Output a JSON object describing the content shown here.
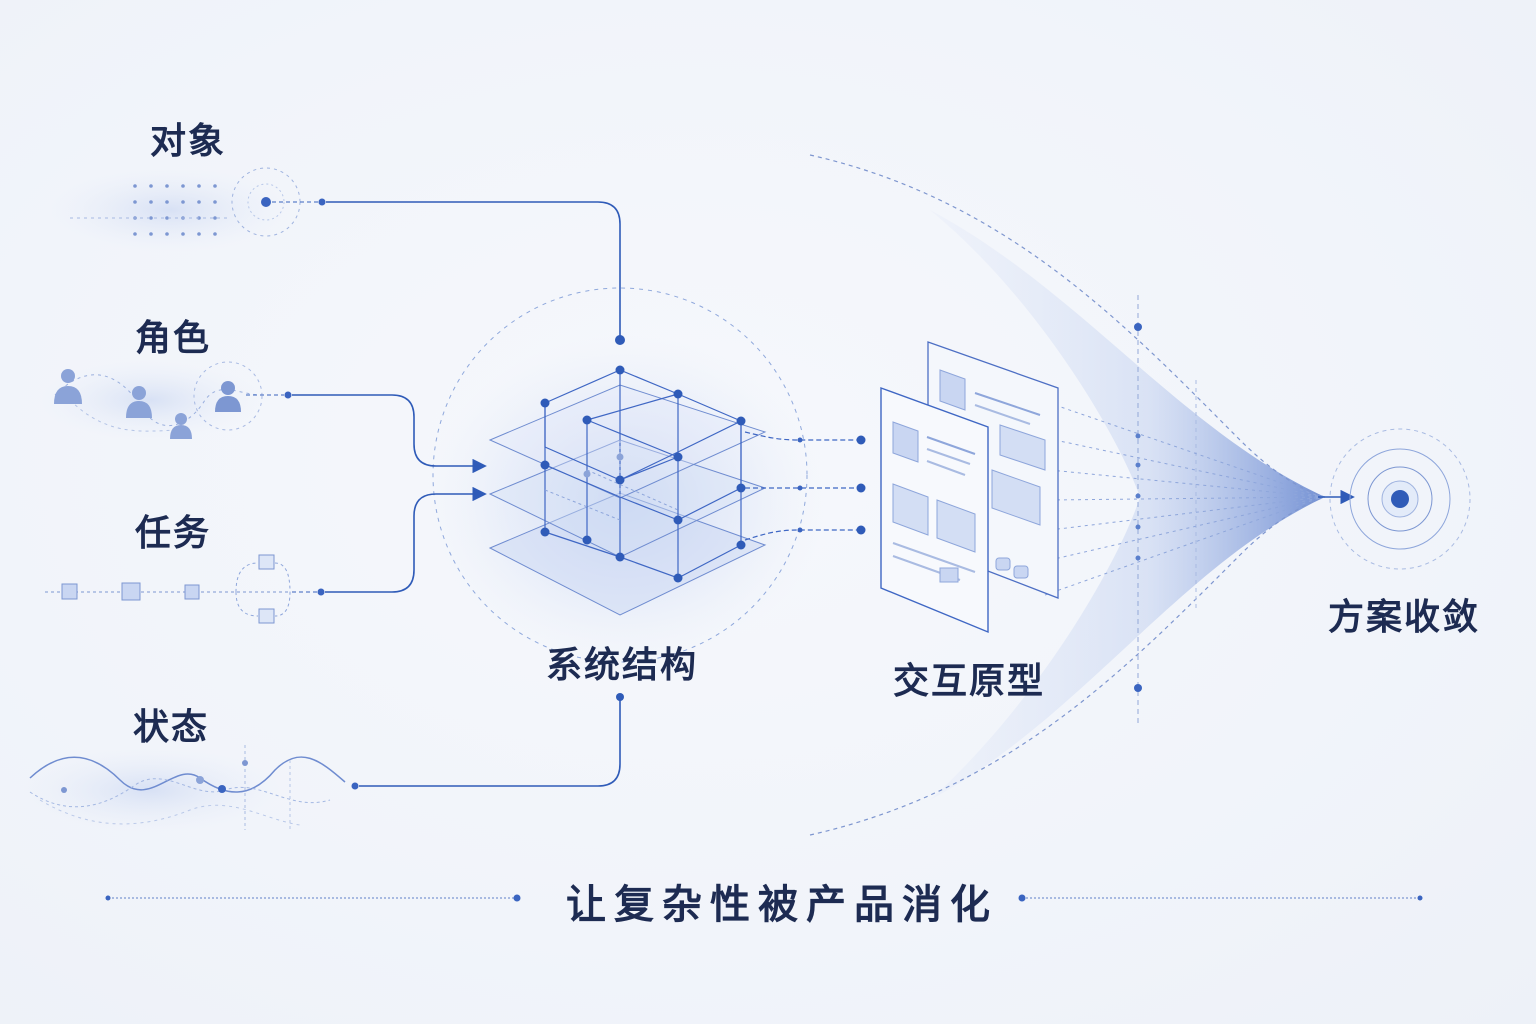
{
  "inputs": {
    "object": "对象",
    "role": "角色",
    "task": "任务",
    "state": "状态"
  },
  "stages": {
    "system_structure": "系统结构",
    "interaction_prototype": "交互原型",
    "solution_convergence": "方案收敛"
  },
  "footer": {
    "tagline": "让复杂性被产品消化"
  },
  "colors": {
    "primary": "#2f5bb8",
    "dark_text": "#1d2b52",
    "light_blue": "#8fa8dc",
    "wash": "#c9d6f2"
  }
}
